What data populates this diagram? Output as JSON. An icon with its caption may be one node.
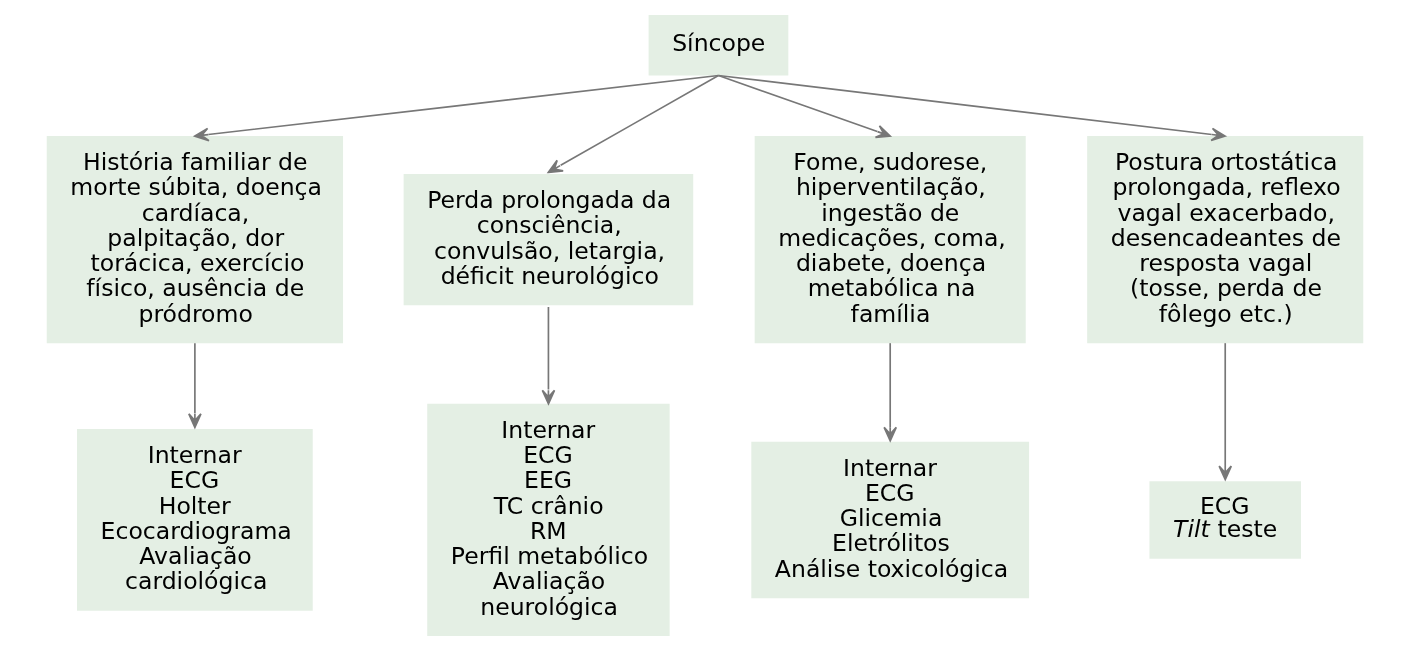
{
  "diagram": {
    "nodes": [
      {
        "text": [
          "Síncope"
        ]
      },
      {
        "text": [
          "História familiar de morte súbita, doença cardíaca, palpitação, dor torácica, exercício físico, ausência de pródromo"
        ]
      },
      {
        "text": [
          "Perda prolongada da consciência, convulsão, letargia, déficit neurológico"
        ]
      },
      {
        "text": [
          "Fome, sudorese, hiperventilação, ingestão de medicações, coma, diabete, doença metabólica na família"
        ]
      },
      {
        "text": [
          "Postura ortostática prolongada, reflexo vagal exacerbado, desencadeantes de resposta vagal (tosse, perda de fôlego etc.)"
        ]
      },
      {
        "text": [
          "Internar",
          "ECG",
          "Holter",
          "Ecocardiograma",
          "Avaliação cardiológica"
        ]
      },
      {
        "text": [
          "Internar",
          "ECG",
          "EEG",
          "TC crânio",
          "RM",
          "Perfil metabólico",
          "Avaliação neurológica"
        ]
      },
      {
        "text": [
          "Internar",
          "ECG",
          "Glicemia",
          "Eletrólitos",
          "Análise toxicológica"
        ]
      },
      {
        "text": [
          "ECG",
          "*Tilt* teste"
        ]
      }
    ],
    "edges": [
      {
        "from": 0,
        "to": 1,
        "arrow": "to"
      },
      {
        "from": 0,
        "to": 2,
        "arrow": "to"
      },
      {
        "from": 0,
        "to": 3,
        "arrow": "to"
      },
      {
        "from": 0,
        "to": 4,
        "arrow": "to"
      },
      {
        "from": 1,
        "to": 5,
        "arrow": "to"
      },
      {
        "from": 2,
        "to": 6,
        "arrow": "to"
      },
      {
        "from": 3,
        "to": 7,
        "arrow": "to"
      },
      {
        "from": 4,
        "to": 8,
        "arrow": "to"
      }
    ]
  }
}
